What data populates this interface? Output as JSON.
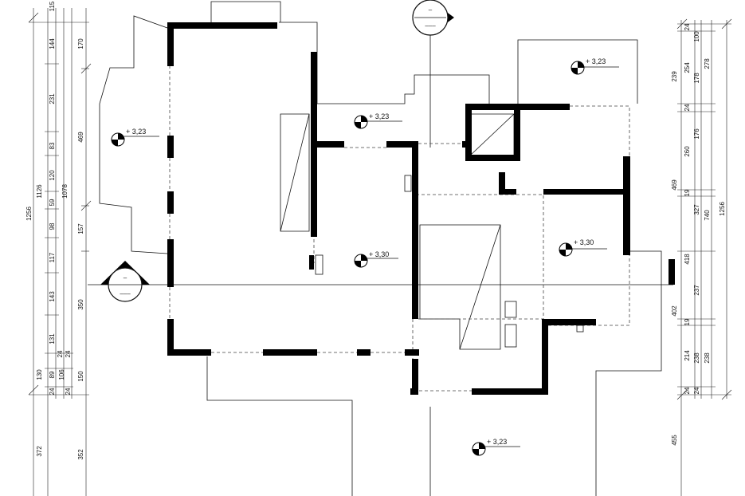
{
  "left_dims": {
    "outer": [
      "1256"
    ],
    "col2": [
      "115",
      "144",
      "231",
      "83",
      "120",
      "59",
      "98",
      "117",
      "143",
      "131",
      "24",
      "130",
      "89",
      "24"
    ],
    "col3": [
      "1126",
      "1078"
    ],
    "col4": [
      "170",
      "469",
      "157",
      "350",
      "24",
      "106",
      "150",
      "24"
    ],
    "bottom": [
      "372",
      "352"
    ]
  },
  "right_dims": {
    "inner": [
      "24",
      "239",
      "24",
      "469",
      "418",
      "402",
      "24",
      "455"
    ],
    "col2": [
      "100",
      "254",
      "260",
      "19",
      "237",
      "19",
      "214",
      "24"
    ],
    "col3": [
      "278",
      "178",
      "176",
      "327",
      "740",
      "238",
      "238"
    ],
    "outer": [
      "1256"
    ]
  },
  "elevations": [
    {
      "label": "+ 3,23"
    },
    {
      "label": "+ 3,23"
    },
    {
      "label": "+ 3,23"
    },
    {
      "label": "+ 3,30"
    },
    {
      "label": "+ 3,30"
    },
    {
      "label": "+ 3,23"
    }
  ],
  "section_markers": {
    "top": {
      "label": "–",
      "sub": "–––"
    },
    "left": {
      "label": "–",
      "sub": "–––"
    }
  }
}
